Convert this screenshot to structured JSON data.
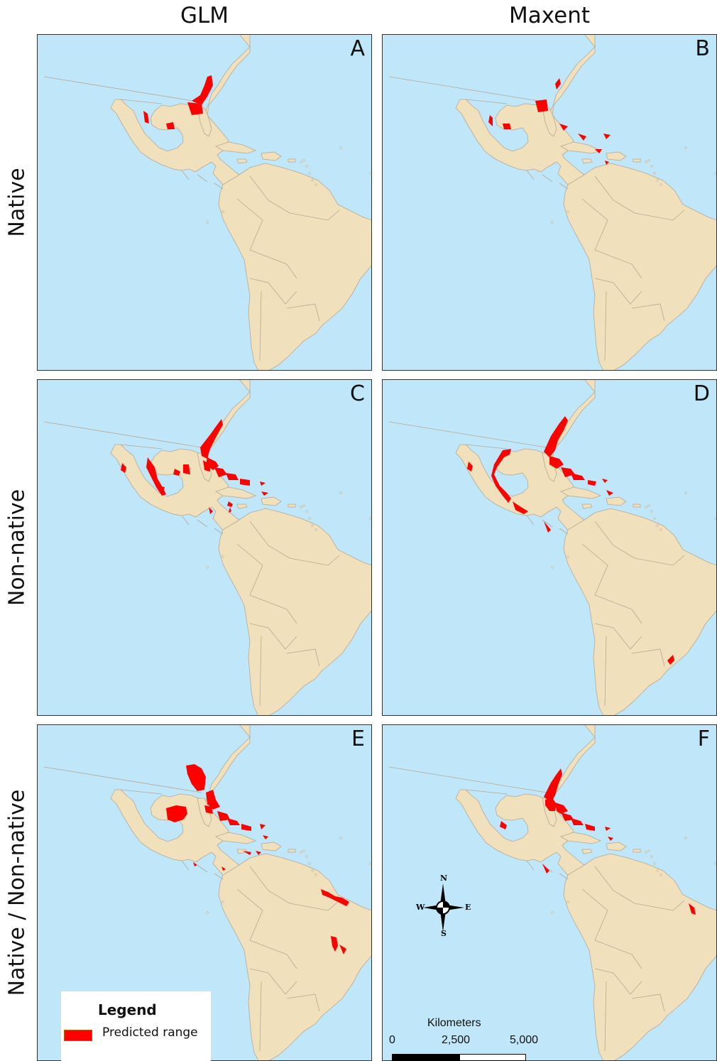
{
  "columns": [
    "GLM",
    "Maxent"
  ],
  "rows": [
    "Native",
    "Non-native",
    "Native / Non-native"
  ],
  "panels": [
    {
      "letter": "A",
      "model": "GLM",
      "occurrence_set": "Native"
    },
    {
      "letter": "B",
      "model": "Maxent",
      "occurrence_set": "Native"
    },
    {
      "letter": "C",
      "model": "GLM",
      "occurrence_set": "Non-native"
    },
    {
      "letter": "D",
      "model": "Maxent",
      "occurrence_set": "Non-native"
    },
    {
      "letter": "E",
      "model": "GLM",
      "occurrence_set": "Native / Non-native"
    },
    {
      "letter": "F",
      "model": "Maxent",
      "occurrence_set": "Native / Non-native"
    }
  ],
  "legend": {
    "title": "Legend",
    "label": "Predicted range"
  },
  "scalebar": {
    "title": "Kilometers",
    "ticks": [
      "0",
      "2,500",
      "5,000"
    ]
  },
  "compass": {
    "n": "N",
    "s": "S",
    "e": "E",
    "w": "W"
  },
  "colors": {
    "ocean": "#bfe6f9",
    "land": "#f1e0bc",
    "border": "#b6a894",
    "predicted": "#ff0000",
    "frame": "#333333"
  }
}
